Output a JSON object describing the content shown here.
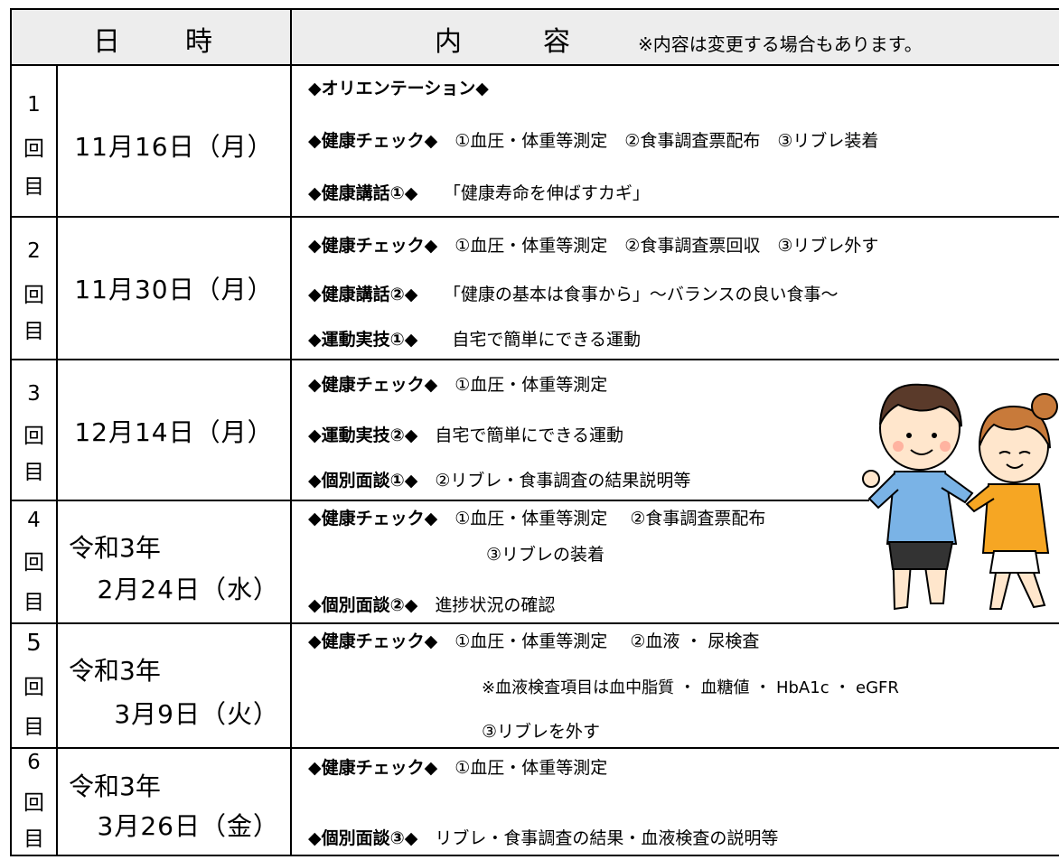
{
  "header": {
    "date_col": [
      "日",
      "時"
    ],
    "content_col": [
      "内",
      "容"
    ],
    "note": "※内容は変更する場合もあります。"
  },
  "rows": [
    {
      "num": [
        "1",
        "回",
        "目"
      ],
      "date": "11月16日（月）",
      "lines": [
        {
          "bold": "◆オリエンテーション◆",
          "text": ""
        },
        {
          "bold": "◆健康チェック◆",
          "text": "①血圧・体重等測定　②食事調査票配布　③リブレ装着"
        },
        {
          "bold": "◆健康講話①◆",
          "text": "「健康寿命を伸ばすカギ」"
        }
      ]
    },
    {
      "num": [
        "2",
        "回",
        "目"
      ],
      "date": "11月30日（月）",
      "lines": [
        {
          "bold": "◆健康チェック◆",
          "text": "①血圧・体重等測定　②食事調査票回収　③リブレ外す"
        },
        {
          "bold": "◆健康講話②◆",
          "text": "「健康の基本は食事から」〜バランスの良い食事〜"
        },
        {
          "bold": "◆運動実技①◆",
          "text": "自宅で簡単にできる運動"
        }
      ]
    },
    {
      "num": [
        "3",
        "回",
        "目"
      ],
      "date": "12月14日（月）",
      "lines": [
        {
          "bold": "◆健康チェック◆",
          "text": "①血圧・体重等測定"
        },
        {
          "bold": "◆運動実技②◆",
          "text": "自宅で簡単にできる運動"
        },
        {
          "bold": "◆個別面談①◆",
          "text": "②リブレ・食事調査の結果説明等"
        }
      ]
    },
    {
      "num": [
        "4",
        "回",
        "目"
      ],
      "year": "令和3年",
      "date": "2月24日（水）",
      "lines": [
        {
          "bold": "◆健康チェック◆",
          "text": "①血圧・体重等測定　 ②食事調査票配布"
        },
        {
          "bold": "",
          "text": "③リブレの装着"
        },
        {
          "bold": "◆個別面談②◆",
          "text": "進捗状況の確認"
        }
      ]
    },
    {
      "num": [
        "5",
        "回",
        "目"
      ],
      "year": "令和3年",
      "date": "3月9日（火）",
      "lines": [
        {
          "bold": "◆健康チェック◆",
          "text": "①血圧・体重等測定　 ②血液 ・ 尿検査"
        },
        {
          "bold": "",
          "text": "※血液検査項目は血中脂質 ・ 血糖値 ・ HbA1c ・ eGFR"
        },
        {
          "bold": "",
          "text": "③リブレを外す"
        }
      ]
    },
    {
      "num": [
        "6",
        "回",
        "目"
      ],
      "year": "令和3年",
      "date": "3月26日（金）",
      "lines": [
        {
          "bold": "◆健康チェック◆",
          "text": "①血圧・体重等測定"
        },
        {
          "bold": "◆個別面談③◆",
          "text": "リブレ・食事調査の結果・血液検査の説明等"
        }
      ]
    }
  ],
  "illustration": "walking-couple-illustration"
}
